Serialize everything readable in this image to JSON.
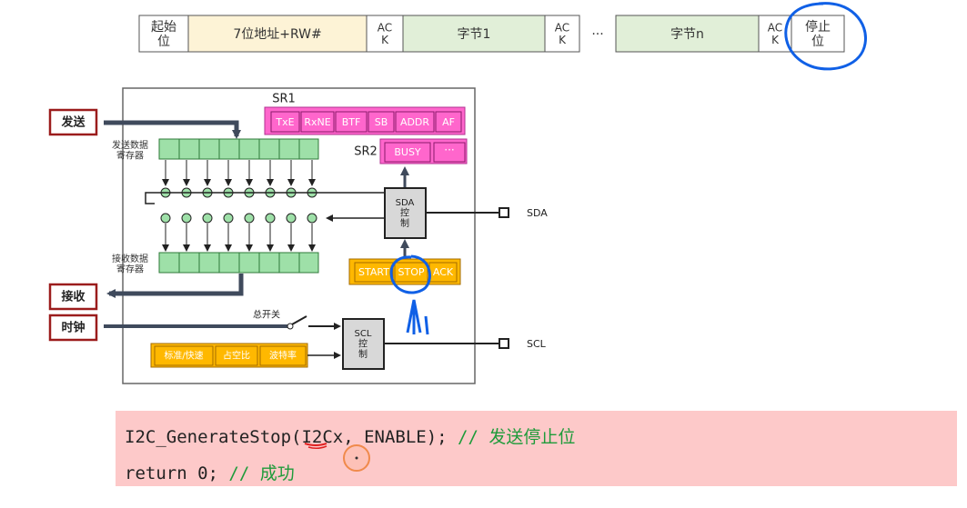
{
  "frame": {
    "cells": [
      {
        "label": "起始\n位",
        "kind": "start"
      },
      {
        "label": "7位地址+RW#",
        "kind": "addr"
      },
      {
        "label": "AC\nK",
        "kind": "ack"
      },
      {
        "label": "字节1",
        "kind": "data"
      },
      {
        "label": "AC\nK",
        "kind": "ack"
      },
      {
        "label": "···",
        "kind": "gap"
      },
      {
        "label": "字节n",
        "kind": "data"
      },
      {
        "label": "AC\nK",
        "kind": "ack"
      },
      {
        "label": "停止\n位",
        "kind": "stop"
      }
    ]
  },
  "diagram": {
    "sr1_label": "SR1",
    "sr1_bits": [
      "TxE",
      "RxNE",
      "BTF",
      "SB",
      "ADDR",
      "AF"
    ],
    "sr2_label": "SR2",
    "sr2_bits": [
      "BUSY",
      "···"
    ],
    "send_label": "发送",
    "send_reg_label": "发送数据\n寄存器",
    "recv_reg_label": "接收数据\n寄存器",
    "recv_label": "接收",
    "clock_label": "时钟",
    "master_switch_label": "总开关",
    "sda_ctrl_label": "SDA\n控\n制",
    "scl_ctrl_label": "SCL\n控\n制",
    "sda_pin_label": "SDA",
    "scl_pin_label": "SCL",
    "ctrl_bits": [
      "START",
      "STOP",
      "ACK"
    ],
    "clock_cfg": [
      "标准/快速",
      "占空比",
      "波特率"
    ]
  },
  "code": {
    "line1_code": "I2C_GenerateStop(I2Cx, ENABLE); ",
    "line1_comment": "// 发送停止位",
    "line2_code": "return 0; ",
    "line2_comment": "// 成功"
  },
  "colors": {
    "addr_fill": "#fdf3d6",
    "data_fill": "#e1efd8",
    "pink": "#ff66cc",
    "green_reg": "#9ee0a8",
    "orange": "#ffb800",
    "pen_blue": "#1060e6",
    "dark_red": "#9b1c1c",
    "code_bg": "#fdc9c9"
  }
}
